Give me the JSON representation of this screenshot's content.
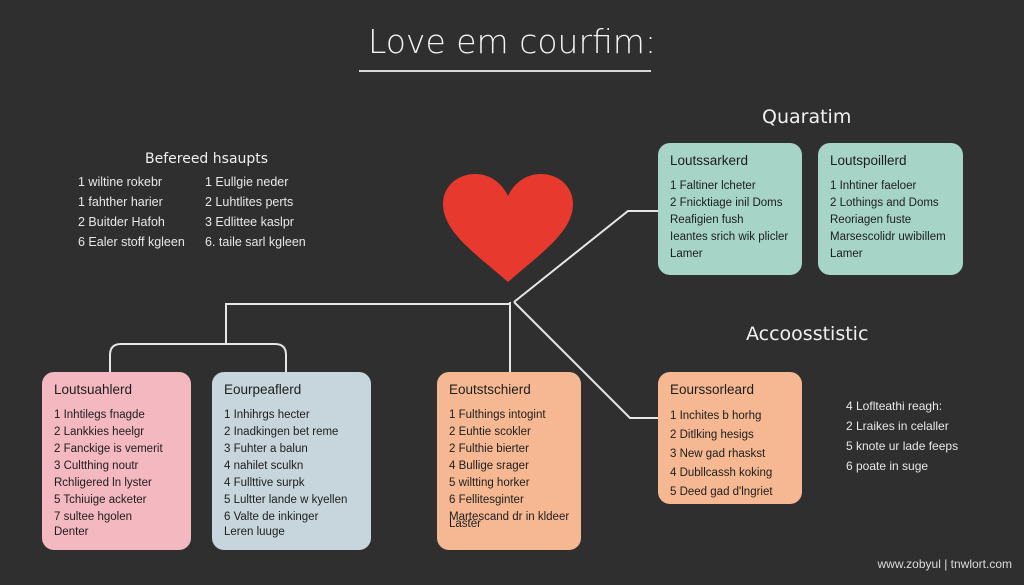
{
  "title": "Love em courfim:",
  "legend": {
    "heading": "Befereed hsaupts",
    "left_items": [
      "1 wiltine rokebr",
      "1 fahther harier",
      "2 Buitder Hafoh",
      "6 Ealer stoff kgleen"
    ],
    "right_items": [
      "1 Eullgie neder",
      "2 Luhtlites perts",
      "3 Edlittee kaslpr",
      "6. taile sarl kgleen"
    ]
  },
  "sections": {
    "top_right": "Quaratim",
    "middle_right": "Accoosstistic"
  },
  "heart": {
    "color": "#e8392f"
  },
  "cards": {
    "teal_left": {
      "title": "Loutssarkerd",
      "items": [
        "1 Faltiner lcheter",
        "2 Fnicktiage inil Doms",
        "Reafigien fush",
        "Ieantes srich wik plicler",
        "Lamer"
      ],
      "color": "#a6d4c6"
    },
    "teal_right": {
      "title": "Loutspoillerd",
      "items": [
        "1 Inhtiner faeloer",
        "2 Lothings and Doms",
        "Reoriagen fuste",
        "Marsescolidr uwibillem",
        "Lamer"
      ],
      "color": "#a6d4c6"
    },
    "pink": {
      "title": "Loutsuahlerd",
      "items": [
        "1 Inhtilegs fnagde",
        "2 Lankkies heelgr",
        "2 Fanckige is vemerit",
        "3 Cultthing noutr",
        "Rchligered ln lyster",
        "5 Tchiuige acketer",
        "7 sultee hgolen"
      ],
      "footer": "Denter",
      "color": "#f4b8c0"
    },
    "blue": {
      "title": "Eourpeaflerd",
      "items": [
        "1 Inhihrgs hecter",
        "2 Inadkingen bet reme",
        "3 Fuhter a balun",
        "4 nahilet sculkn",
        "4 Fullttive surpk",
        "5 Lultter lande w kyellen",
        "6 Valte de inkinger"
      ],
      "footer": "Leren luuge",
      "color": "#c6d6dc"
    },
    "orange_center": {
      "title": "Eoutstschierd",
      "items": [
        "1 Fulthings intogint",
        "2 Euhtie scokler",
        "2 Fulthie bierter",
        "4 Bullige srager",
        "5 wiltting horker",
        "6 Fellitesginter",
        "Martescand dr in kldeer"
      ],
      "footer": "Laster",
      "color": "#f6b892"
    },
    "orange_right": {
      "title": "Eourssorleard",
      "items": [
        "1 Inchites b horhg",
        "2 Ditlking hesigs",
        "3 New gad rhaskst",
        "4 Dubllcassh koking",
        "5 Deed gad d'lngriet"
      ],
      "color": "#f6b892"
    }
  },
  "side_list": [
    "4 Loflteathi reagh:",
    "2 Lraikes in celaller",
    "5 knote ur lade feeps",
    "6 poate in suge"
  ],
  "watermark": "www.zobyul | tnwlort.com",
  "colors": {
    "background": "#2f2f2f",
    "connector": "#e6e6e6"
  }
}
